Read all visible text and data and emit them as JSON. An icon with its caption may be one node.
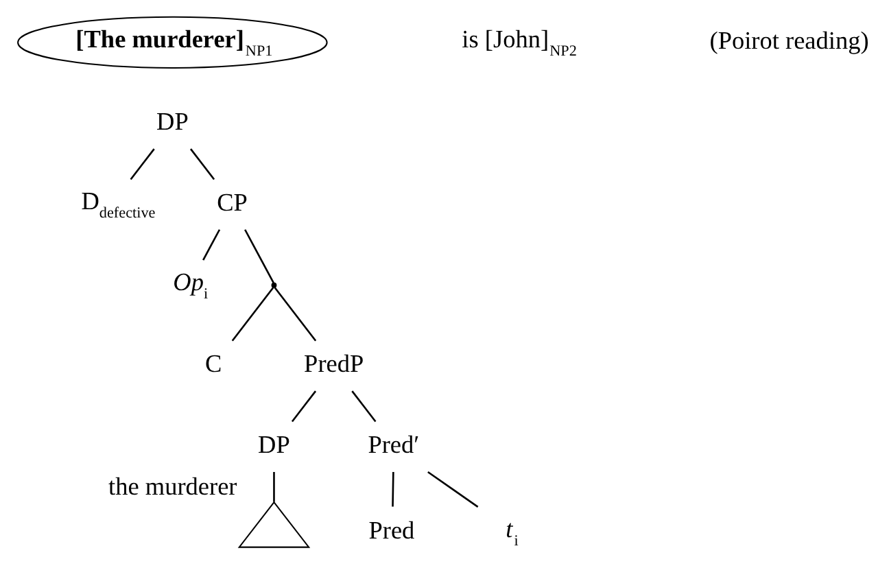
{
  "diagram": {
    "nodes": [
      {
        "text": [
          "**[The murderer]**$_{NP1}$"
        ]
      },
      {
        "text": [
          "DP"
        ]
      },
      {
        "text": [
          "D$_{defective}$"
        ]
      },
      {
        "text": [
          "CP"
        ]
      },
      {
        "text": [
          "*Op*$_{i}$"
        ]
      },
      {
        "text": [],
        "shape": "point"
      },
      {
        "text": [
          "C"
        ]
      },
      {
        "text": [
          "PredP"
        ]
      },
      {
        "text": [
          "DP"
        ]
      },
      {
        "text": [
          "Pred′"
        ]
      },
      {
        "text": [],
        "shape": "triangle",
        "beside": [
          "the murderer"
        ]
      },
      {
        "text": [
          "Pred"
        ]
      },
      {
        "text": [
          "*t*$_{i}$"
        ]
      }
    ],
    "edges": [
      {
        "from": 1,
        "to": 2,
        "arrow": "none"
      },
      {
        "from": 1,
        "to": 3,
        "arrow": "none"
      },
      {
        "from": 3,
        "to": 4,
        "arrow": "none"
      },
      {
        "from": 3,
        "to": 5,
        "arrow": "none"
      },
      {
        "from": 5,
        "to": 6,
        "arrow": "none"
      },
      {
        "from": 5,
        "to": 7,
        "arrow": "none"
      },
      {
        "from": 7,
        "to": 8,
        "arrow": "none"
      },
      {
        "from": 7,
        "to": 9,
        "arrow": "none"
      },
      {
        "from": 8,
        "to": 10,
        "arrow": "none"
      },
      {
        "from": 9,
        "to": 11,
        "arrow": "none"
      },
      {
        "from": 9,
        "to": 12,
        "arrow": "none"
      }
    ],
    "labels": [
      "is [John]$_{NP2}$",
      "(Poirot reading)"
    ]
  }
}
